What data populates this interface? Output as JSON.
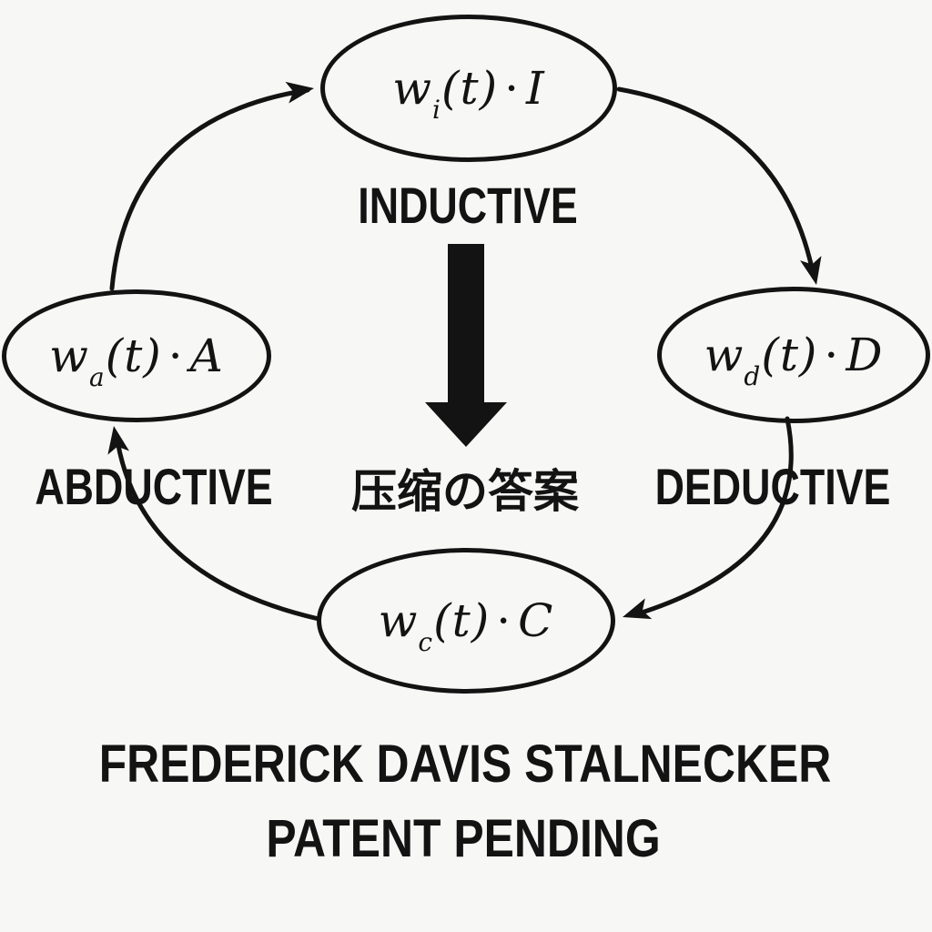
{
  "colors": {
    "background": "#f7f7f6",
    "ink": "#131313"
  },
  "nodes": {
    "top": {
      "label": "INDUCTIVE",
      "formula": {
        "base": "w",
        "sub": "i",
        "paren": "(t)",
        "dot": "·",
        "var": "I"
      }
    },
    "right": {
      "label": "DEDUCTIVE",
      "formula": {
        "base": "w",
        "sub": "d",
        "paren": "(t)",
        "dot": "·",
        "var": "D"
      }
    },
    "bottom": {
      "formula": {
        "base": "w",
        "sub": "c",
        "paren": "(t)",
        "dot": "·",
        "var": "C"
      }
    },
    "left": {
      "label": "ABDUCTIVE",
      "formula": {
        "base": "w",
        "sub": "a",
        "paren": "(t)",
        "dot": "·",
        "var": "A"
      }
    }
  },
  "edges": [
    {
      "from": "left",
      "to": "top"
    },
    {
      "from": "top",
      "to": "right"
    },
    {
      "from": "right",
      "to": "bottom"
    },
    {
      "from": "bottom",
      "to": "left"
    }
  ],
  "center": {
    "icon": "down-arrow",
    "caption": "压缩の答案"
  },
  "footer": {
    "line1": "FREDERICK DAVIS STALNECKER",
    "line2": "PATENT PENDING"
  }
}
